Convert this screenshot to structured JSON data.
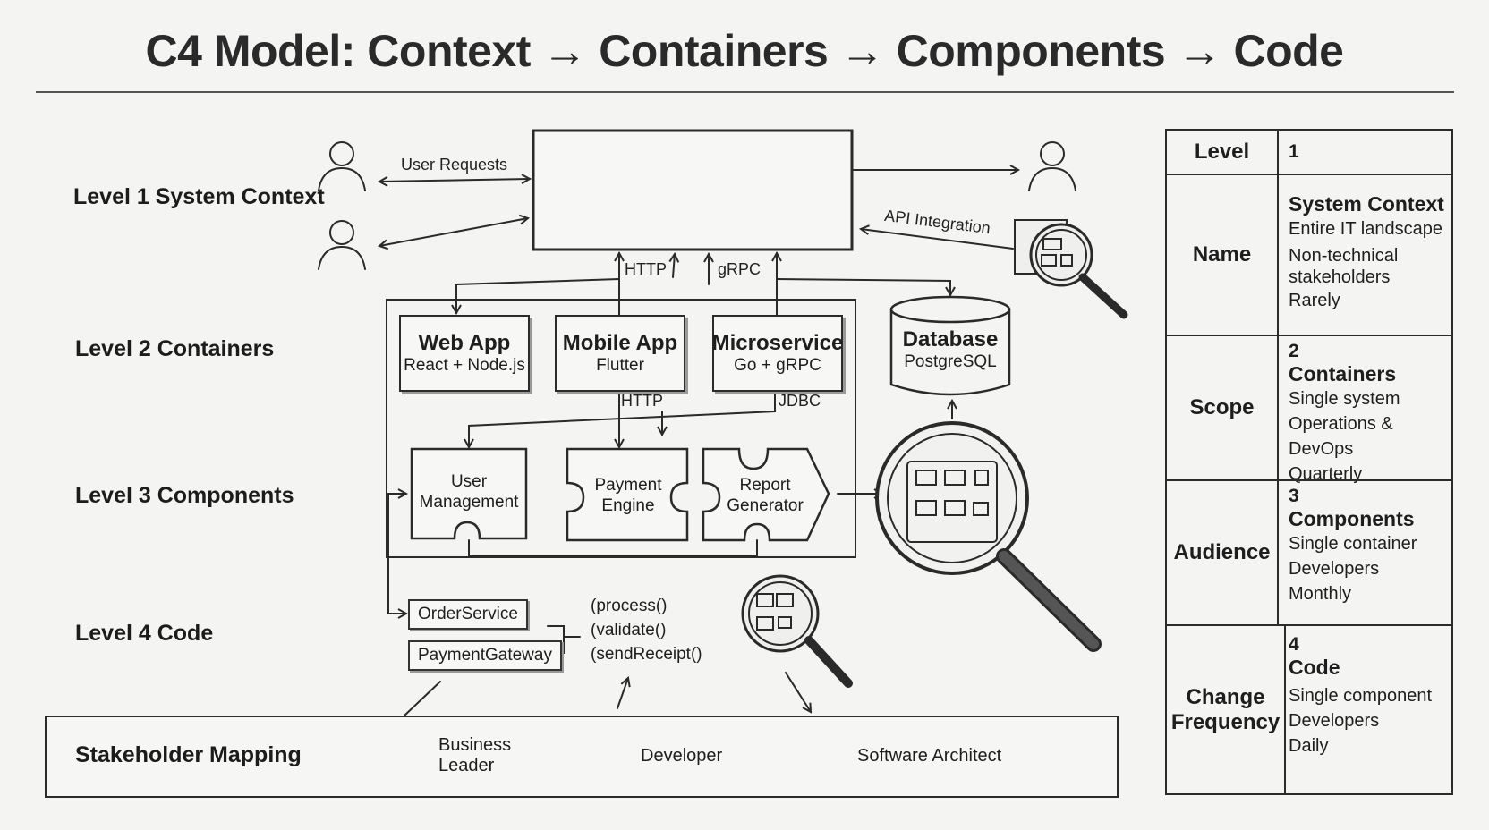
{
  "title": "C4 Model: Context → Containers → Components → Code",
  "levels": {
    "l1": "Level 1 System Context",
    "l2": "Level 2  Containers",
    "l3": "Level 3  Components",
    "l4": "Level 4  Code"
  },
  "edges": {
    "user_requests": "User Requests",
    "api_integration": "API Integration",
    "http": "HTTP",
    "grpc": "gRPC",
    "http2": "HTTP",
    "jdbc": "JDBC"
  },
  "containers": [
    {
      "title": "Web App",
      "sub": "React + Node.js"
    },
    {
      "title": "Mobile App",
      "sub": "Flutter"
    },
    {
      "title": "Microservice",
      "sub": "Go + gRPC"
    }
  ],
  "database": {
    "title": "Database",
    "sub": "PostgreSQL"
  },
  "components": [
    {
      "line1": "User",
      "line2": "Management"
    },
    {
      "line1": "Payment",
      "line2": "Engine"
    },
    {
      "line1": "Report",
      "line2": "Generator"
    }
  ],
  "code": {
    "classes": [
      "OrderService",
      "PaymentGateway"
    ],
    "methods": [
      "(process()",
      "(validate()",
      "(sendReceipt()"
    ]
  },
  "stakeholders": {
    "title": "Stakeholder Mapping",
    "people": [
      {
        "line1": "Business",
        "line2": "Leader"
      },
      {
        "line1": "Developer",
        "line2": ""
      },
      {
        "line1": "Software Architect",
        "line2": ""
      }
    ]
  },
  "table": {
    "rows": [
      {
        "header": "Level",
        "number": "1",
        "name": "",
        "lines": []
      },
      {
        "header": "Name",
        "number": "",
        "name": "System Context",
        "lines": [
          "Entire IT landscape",
          "Non-technical",
          "stakeholders",
          "Rarely"
        ]
      },
      {
        "header": "Scope",
        "number": "2",
        "name": "Containers",
        "lines": [
          "Single system",
          "Operations & DevOps",
          "Quarterly"
        ]
      },
      {
        "header": "Audience",
        "number": "3",
        "name": "Components",
        "lines": [
          "Single container",
          "Developers",
          "Monthly"
        ]
      },
      {
        "header": "Change Frequency",
        "number": "4",
        "name": "Code",
        "lines": [
          "Single component",
          "Developers",
          "Daily"
        ]
      }
    ]
  }
}
